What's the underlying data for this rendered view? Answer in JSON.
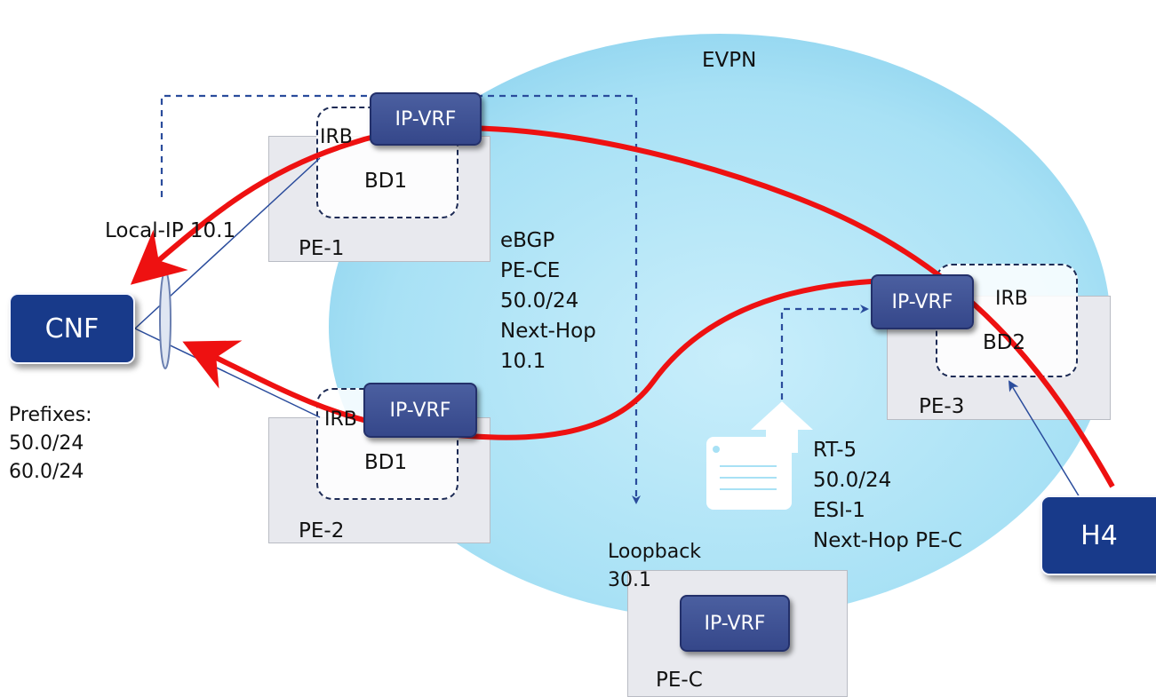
{
  "cloud": {
    "label": "EVPN",
    "color": "#9fdcf3"
  },
  "cnf": {
    "label": "CNF",
    "prefixes_title": "Prefixes:",
    "prefixes": [
      "50.0/24",
      "60.0/24"
    ]
  },
  "h4": {
    "label": "H4"
  },
  "local_ip": "Local-IP 10.1",
  "pe1": {
    "name": "PE-1",
    "irb": "IRB",
    "ipvrf": "IP-VRF",
    "bd": "BD1"
  },
  "pe2": {
    "name": "PE-2",
    "irb": "IRB",
    "ipvrf": "IP-VRF",
    "bd": "BD1"
  },
  "pe3": {
    "name": "PE-3",
    "irb": "IRB",
    "ipvrf": "IP-VRF",
    "bd": "BD2"
  },
  "pec": {
    "name": "PE-C",
    "ipvrf": "IP-VRF"
  },
  "loopback": {
    "label": "Loopback",
    "value": "30.1"
  },
  "ebgp": {
    "lines": [
      "eBGP",
      "PE-CE",
      "50.0/24",
      "Next-Hop",
      "10.1"
    ]
  },
  "rt5": {
    "lines": [
      "RT-5",
      "50.0/24",
      "ESI-1",
      "Next-Hop PE-C"
    ]
  },
  "colors": {
    "route_arrow": "#ee1111",
    "node_blue": "#183a8a",
    "link_blue": "#2a4c9c"
  }
}
